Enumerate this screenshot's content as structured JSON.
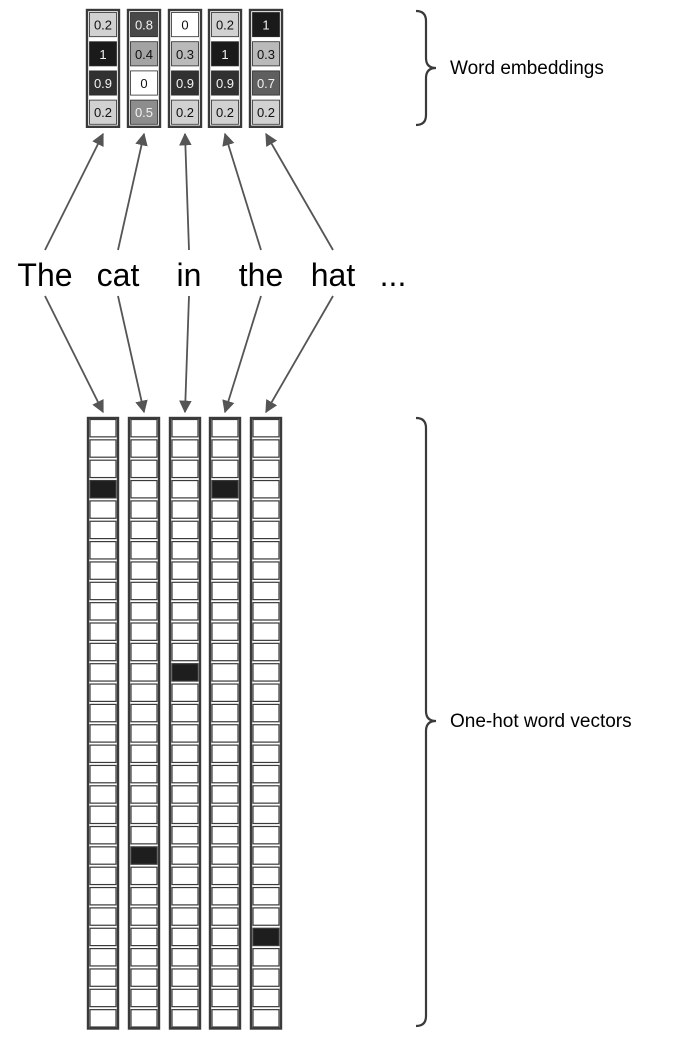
{
  "words": [
    "The",
    "cat",
    "in",
    "the",
    "hat"
  ],
  "ellipsis": "...",
  "embeddings": [
    [
      "0.2",
      "1",
      "0.9",
      "0.2"
    ],
    [
      "0.8",
      "0.4",
      "0",
      "0.5"
    ],
    [
      "0",
      "0.3",
      "0.9",
      "0.2"
    ],
    [
      "0.2",
      "1",
      "0.9",
      "0.2"
    ],
    [
      "1",
      "0.3",
      "0.7",
      "0.2"
    ]
  ],
  "onehot_hot_index": [
    3,
    21,
    12,
    3,
    25
  ],
  "labels": {
    "embeddings": "Word embeddings",
    "onehot": "One-hot word vectors"
  },
  "colors": {
    "stroke": "#3a3a3a",
    "hot_cell": "#1e1e1e",
    "line": "#555555"
  }
}
